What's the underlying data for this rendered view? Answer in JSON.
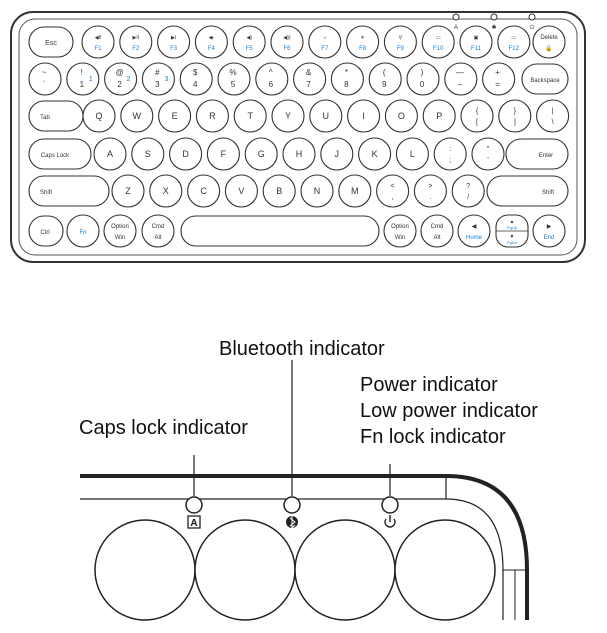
{
  "keyboard": {
    "row_fn": [
      {
        "id": "esc",
        "main": "Esc",
        "sub": ""
      },
      {
        "id": "f1",
        "main": "◀II",
        "sub": "F1"
      },
      {
        "id": "f2",
        "main": "▶II",
        "sub": "F2"
      },
      {
        "id": "f3",
        "main": "▶I",
        "sub": "F3"
      },
      {
        "id": "f4",
        "main": "◀-",
        "sub": "F4"
      },
      {
        "id": "f5",
        "main": "◀)",
        "sub": "F5"
      },
      {
        "id": "f6",
        "main": "◀))",
        "sub": "F6"
      },
      {
        "id": "f7",
        "main": "☼",
        "sub": "F7"
      },
      {
        "id": "f8",
        "main": "☀",
        "sub": "F8"
      },
      {
        "id": "f9",
        "main": "⚲",
        "sub": "F9"
      },
      {
        "id": "f10",
        "main": "▭",
        "sub": "F10"
      },
      {
        "id": "f11",
        "main": "▣",
        "sub": "F11"
      },
      {
        "id": "f12",
        "main": "▭",
        "sub": "F12"
      },
      {
        "id": "delete",
        "main": "Delete",
        "sub": "🔒"
      }
    ],
    "row_num": [
      {
        "id": "tilde",
        "top": "~",
        "bottom": "`",
        "fn": ""
      },
      {
        "id": "k1",
        "top": "!",
        "bottom": "1",
        "fn": "1"
      },
      {
        "id": "k2",
        "top": "@",
        "bottom": "2",
        "fn": "2"
      },
      {
        "id": "k3",
        "top": "#",
        "bottom": "3",
        "fn": "3"
      },
      {
        "id": "k4",
        "top": "$",
        "bottom": "4",
        "fn": ""
      },
      {
        "id": "k5",
        "top": "%",
        "bottom": "5",
        "fn": ""
      },
      {
        "id": "k6",
        "top": "^",
        "bottom": "6",
        "fn": ""
      },
      {
        "id": "k7",
        "top": "&",
        "bottom": "7",
        "fn": ""
      },
      {
        "id": "k8",
        "top": "*",
        "bottom": "8",
        "fn": ""
      },
      {
        "id": "k9",
        "top": "(",
        "bottom": "9",
        "fn": ""
      },
      {
        "id": "k0",
        "top": ")",
        "bottom": "0",
        "fn": ""
      },
      {
        "id": "minus",
        "top": "—",
        "bottom": "–",
        "fn": ""
      },
      {
        "id": "plus",
        "top": "+",
        "bottom": "=",
        "fn": ""
      },
      {
        "id": "backspace",
        "top": "Backspace",
        "bottom": "",
        "fn": ""
      }
    ],
    "row_q": [
      "Tab",
      "Q",
      "W",
      "E",
      "R",
      "T",
      "Y",
      "U",
      "I",
      "O",
      "P",
      "{ [",
      "} ]",
      "| \\"
    ],
    "row_a": [
      "Caps Lock",
      "A",
      "S",
      "D",
      "F",
      "G",
      "H",
      "J",
      "K",
      "L",
      ": ;",
      "\" '",
      "Enter"
    ],
    "row_z": [
      "Shift",
      "Z",
      "X",
      "C",
      "V",
      "B",
      "N",
      "M",
      "< ,",
      "> .",
      "? /",
      "Shift"
    ],
    "row_bottom": {
      "ctrl": "Ctrl",
      "fn": "Fn",
      "opt_top": "Option",
      "opt_bottom": "Win",
      "cmd_top": "Cmd",
      "cmd_bottom": "Alt",
      "home": "Home",
      "end": "End",
      "pgup": "PgUp",
      "pgdn": "PgDn"
    }
  },
  "callouts": {
    "bluetooth": "Bluetooth indicator",
    "power": "Power indicator",
    "low_power": "Low power indicator",
    "fn_lock": "Fn lock indicator",
    "caps_lock": "Caps lock indicator"
  },
  "colors": {
    "accent": "#1a7fd4",
    "line": "#333333",
    "body": "#ffffff"
  }
}
